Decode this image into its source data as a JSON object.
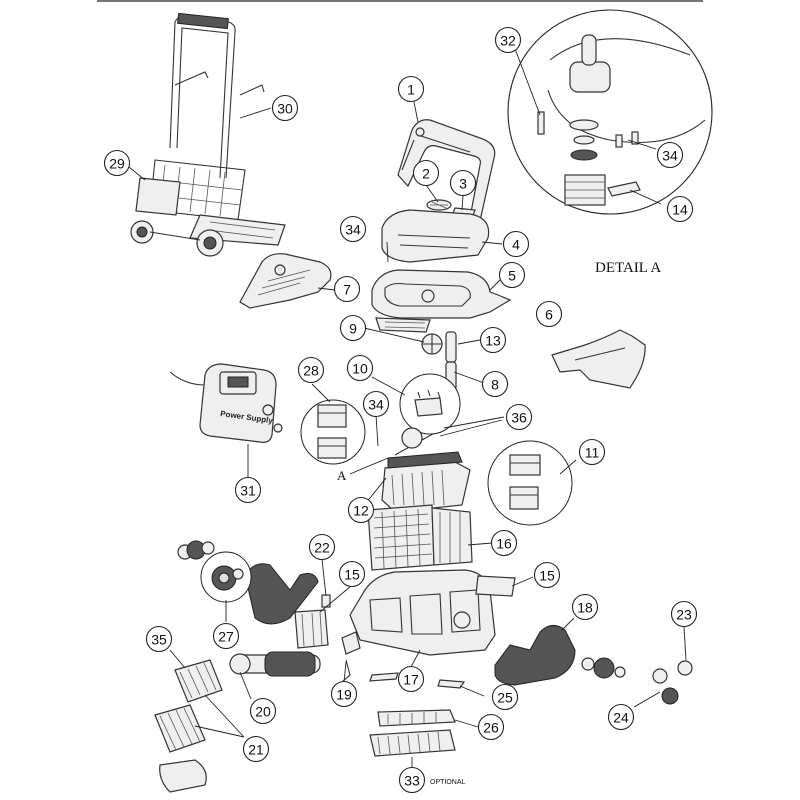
{
  "diagram": {
    "detail_label": "DETAIL A",
    "detail_marker": "A",
    "optional_label": "OPTIONAL",
    "power_supply_label": "Power Supply",
    "callouts": [
      {
        "id": "1",
        "label": "1"
      },
      {
        "id": "2",
        "label": "2"
      },
      {
        "id": "3",
        "label": "3"
      },
      {
        "id": "4",
        "label": "4"
      },
      {
        "id": "5",
        "label": "5"
      },
      {
        "id": "6",
        "label": "6"
      },
      {
        "id": "7",
        "label": "7"
      },
      {
        "id": "8",
        "label": "8"
      },
      {
        "id": "9",
        "label": "9"
      },
      {
        "id": "10",
        "label": "10"
      },
      {
        "id": "11",
        "label": "11"
      },
      {
        "id": "12",
        "label": "12"
      },
      {
        "id": "13",
        "label": "13"
      },
      {
        "id": "14",
        "label": "14"
      },
      {
        "id": "15a",
        "label": "15"
      },
      {
        "id": "15b",
        "label": "15"
      },
      {
        "id": "16",
        "label": "16"
      },
      {
        "id": "17",
        "label": "17"
      },
      {
        "id": "18",
        "label": "18"
      },
      {
        "id": "19",
        "label": "19"
      },
      {
        "id": "20",
        "label": "20"
      },
      {
        "id": "21",
        "label": "21"
      },
      {
        "id": "22",
        "label": "22"
      },
      {
        "id": "23",
        "label": "23"
      },
      {
        "id": "24",
        "label": "24"
      },
      {
        "id": "25",
        "label": "25"
      },
      {
        "id": "26",
        "label": "26"
      },
      {
        "id": "27",
        "label": "27"
      },
      {
        "id": "28",
        "label": "28"
      },
      {
        "id": "29",
        "label": "29"
      },
      {
        "id": "30",
        "label": "30"
      },
      {
        "id": "31",
        "label": "31"
      },
      {
        "id": "32",
        "label": "32"
      },
      {
        "id": "33",
        "label": "33"
      },
      {
        "id": "34a",
        "label": "34"
      },
      {
        "id": "34b",
        "label": "34"
      },
      {
        "id": "34c",
        "label": "34"
      },
      {
        "id": "35",
        "label": "35"
      },
      {
        "id": "36",
        "label": "36"
      }
    ]
  }
}
